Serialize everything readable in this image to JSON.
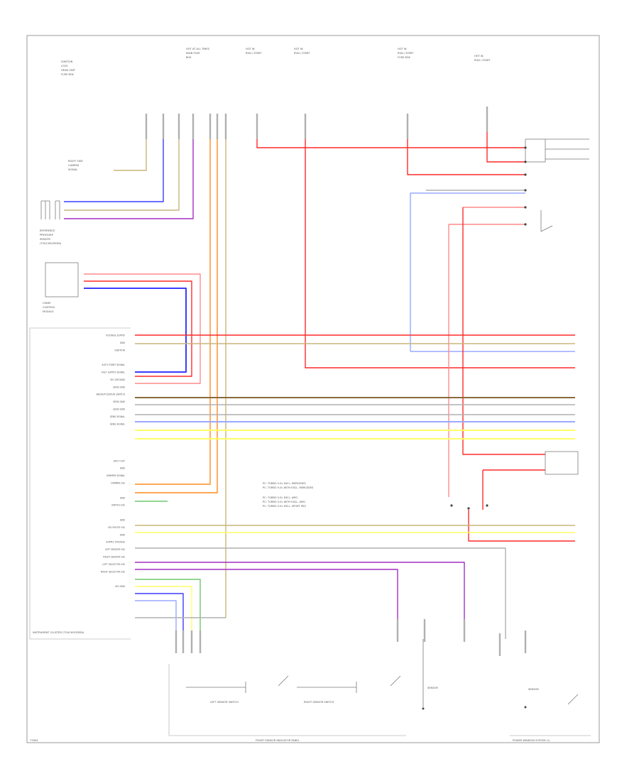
{
  "module_label": "INSTRUMENT CLUSTER (TOUCHSCREEN)",
  "diagram_id": "77654",
  "bottom_bus_label": "FRONT SENSOR INDICATOR PANEL",
  "bottom_right_label": "POWER WINDOW SYSTEM (1)",
  "notes": [
    "PC: TURBO 5.0L EXCL. MERCEDES",
    "PC: TURBO 5.0L WITH EXCL. MERCEDES",
    "PC: TURBO 5.0L EXCL. AMG",
    "PC: TURBO 5.0L WITH EXCL. AMG",
    "PC: TURBO 5.0L EXCL. SPORT PKG"
  ],
  "top_labels": [
    {
      "id": "t1",
      "lines": [
        "IGNITION",
        "LOCK",
        "HEAD UNIT",
        "FUSE BOX"
      ]
    },
    {
      "id": "t2",
      "lines": [
        "HOT AT ALL TIMES",
        "MAIN FUSE",
        "BOX"
      ]
    },
    {
      "id": "t3",
      "lines": [
        "HOT IN",
        "RUN / START"
      ]
    },
    {
      "id": "t4",
      "lines": [
        "HOT IN",
        "RUN / START"
      ]
    },
    {
      "id": "t5",
      "lines": [
        "HOT IN",
        "RUN / START",
        "FUSE BOX"
      ]
    },
    {
      "id": "t6",
      "lines": [
        "HOT IN",
        "RUN / START"
      ]
    }
  ],
  "left_components": [
    {
      "id": "c1",
      "lines": [
        "RIGHT SIDE",
        "CAMERA",
        "SIGNAL"
      ]
    },
    {
      "id": "c2",
      "lines": [
        "REFERENCE",
        "PRESSURE",
        "SENSOR",
        "(TOUCHSCREEN)"
      ]
    },
    {
      "id": "c3",
      "lines": [
        "CHIME",
        "CONTROL",
        "MODULE"
      ]
    }
  ],
  "pin_labels": [
    "VOLTAGE SUPPLY",
    "GND",
    "IGNITION",
    "",
    "AUTO START SIGNAL",
    "VOLT SUPPLY SIGNAL",
    "SIG GROUND",
    "SENS GND",
    "BACKUP DISPLAY SWITCH",
    "SENS GND",
    "SENS GND",
    "SENS SIGNAL",
    "SENS SIGNAL",
    "",
    "",
    "",
    "",
    "SPLIT OUT",
    "GND",
    "DIMMER SIGNAL",
    "DIMMER SIG",
    "",
    "GND",
    "SWITCH SIG",
    "",
    "GND",
    "SIG ROUTE SIG",
    "GND",
    "SUPPLY VOLTAGE",
    "LEFT SENSOR SIG",
    "RIGHT SENSOR SIG",
    "LEFT SELECTOR SIG",
    "RIGHT SELECTOR SIG",
    "",
    "SIG GND"
  ],
  "wire_colors": {
    "red": "#ff2a2a",
    "pink": "#ff8a8a",
    "blue": "#3b3bff",
    "purple": "#a22fc4",
    "tan": "#c8b57a",
    "yellow": "#ffff66",
    "orange": "#ff8a1e",
    "green": "#6ec86e",
    "lightblue": "#9aa8ff",
    "brown": "#8a6a3a",
    "gray": "#b0b0b0"
  },
  "bottom_components": [
    "LEFT SENSOR SWITCH",
    "RIGHT SENSOR SWITCH",
    "SENSOR",
    "SENSOR"
  ]
}
